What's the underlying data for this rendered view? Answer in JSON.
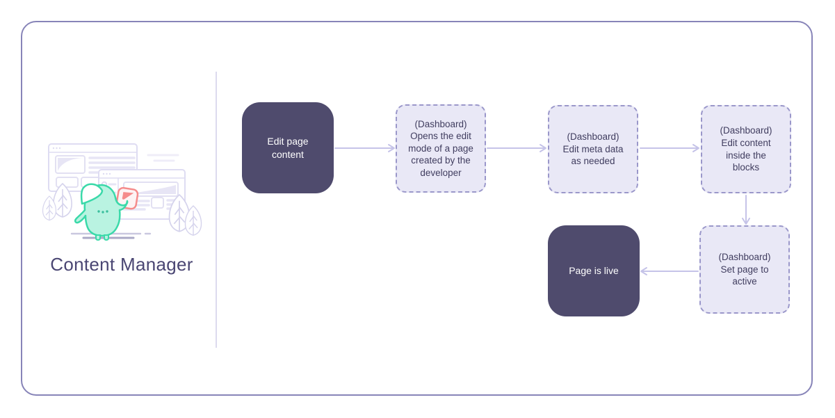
{
  "app": {
    "type": "workflow-diagram",
    "background": "#ffffff",
    "card_border_color": "#8784b8"
  },
  "sidebar": {
    "title": "Content Manager",
    "illustration": "mascot-holding-card-with-browser-windows-and-plants"
  },
  "flowchart": {
    "nodes": [
      {
        "id": "edit-page-content",
        "type": "solid",
        "label": "Edit page\ncontent"
      },
      {
        "id": "open-edit-mode",
        "type": "dashed",
        "label": "(Dashboard)\nOpens the edit\nmode of a page\ncreated by the\ndeveloper"
      },
      {
        "id": "edit-meta-data",
        "type": "dashed",
        "label": "(Dashboard)\nEdit meta data\nas needed"
      },
      {
        "id": "edit-content-blocks",
        "type": "dashed",
        "label": "(Dashboard)\nEdit content\ninside the\nblocks"
      },
      {
        "id": "set-page-active",
        "type": "dashed",
        "label": "(Dashboard)\nSet page to\nactive"
      },
      {
        "id": "page-is-live",
        "type": "solid",
        "label": "Page is live"
      }
    ],
    "edges": [
      {
        "from": "edit-page-content",
        "to": "open-edit-mode",
        "direction": "right"
      },
      {
        "from": "open-edit-mode",
        "to": "edit-meta-data",
        "direction": "right"
      },
      {
        "from": "edit-meta-data",
        "to": "edit-content-blocks",
        "direction": "right"
      },
      {
        "from": "edit-content-blocks",
        "to": "set-page-active",
        "direction": "down"
      },
      {
        "from": "set-page-active",
        "to": "page-is-live",
        "direction": "left"
      }
    ],
    "colors": {
      "solid_node_bg": "#4f4b6d",
      "solid_node_text": "#ffffff",
      "dashed_node_bg": "#e9e8f6",
      "dashed_node_border": "#9a97ca",
      "dashed_node_text": "#403d5f",
      "arrow": "#c5c3e8"
    }
  },
  "illustration_colors": {
    "outline_lavender": "#dedcf2",
    "fill_lavender": "#e7e5f5",
    "mascot_stroke": "#3ad9a9",
    "mascot_fill": "#b9f3e1",
    "card_stroke": "#f58b8b",
    "card_fill": "#fdf3f4",
    "ground": "#aaa8c6",
    "title_text": "#4a4673"
  }
}
